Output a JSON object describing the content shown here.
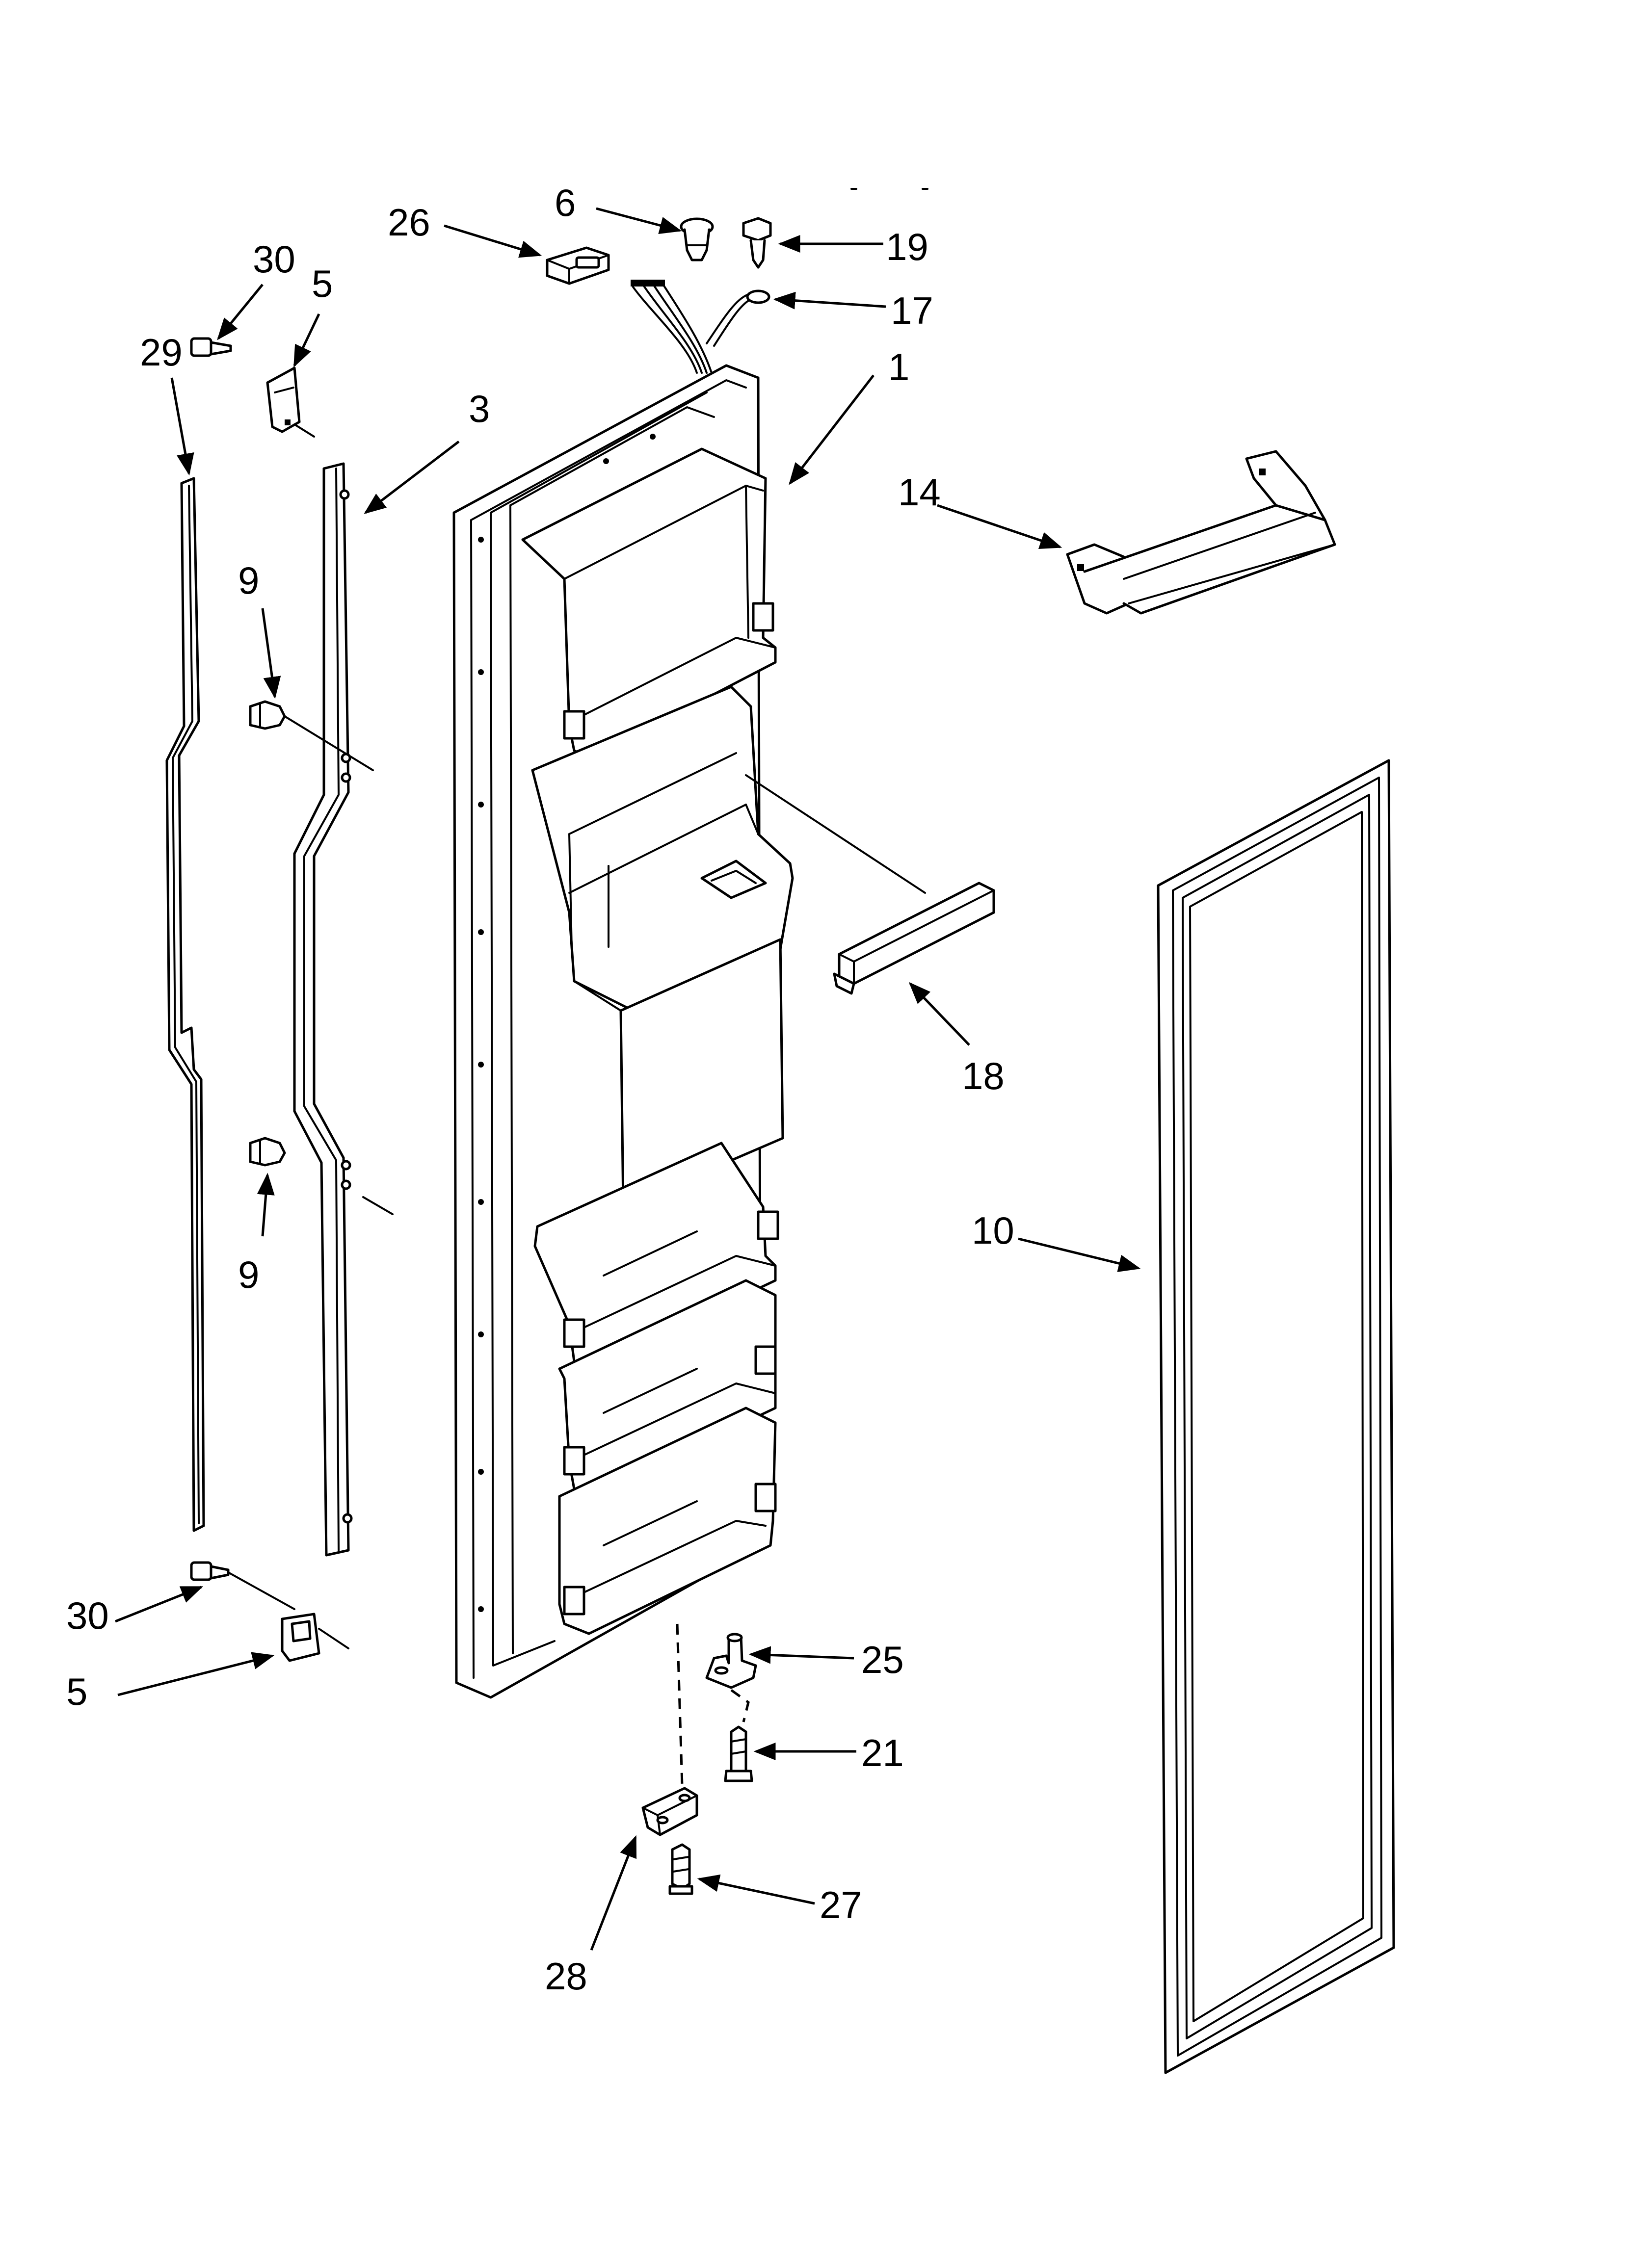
{
  "diagram": {
    "callouts": [
      {
        "id": "c1",
        "label": "1"
      },
      {
        "id": "c3",
        "label": "3"
      },
      {
        "id": "c5a",
        "label": "5"
      },
      {
        "id": "c5b",
        "label": "5"
      },
      {
        "id": "c6",
        "label": "6"
      },
      {
        "id": "c9a",
        "label": "9"
      },
      {
        "id": "c9b",
        "label": "9"
      },
      {
        "id": "c10",
        "label": "10"
      },
      {
        "id": "c14",
        "label": "14"
      },
      {
        "id": "c17",
        "label": "17"
      },
      {
        "id": "c18",
        "label": "18"
      },
      {
        "id": "c19",
        "label": "19"
      },
      {
        "id": "c21",
        "label": "21"
      },
      {
        "id": "c25",
        "label": "25"
      },
      {
        "id": "c26",
        "label": "26"
      },
      {
        "id": "c27",
        "label": "27"
      },
      {
        "id": "c28",
        "label": "28"
      },
      {
        "id": "c29",
        "label": "29"
      },
      {
        "id": "c30a",
        "label": "30"
      },
      {
        "id": "c30b",
        "label": "30"
      }
    ]
  }
}
